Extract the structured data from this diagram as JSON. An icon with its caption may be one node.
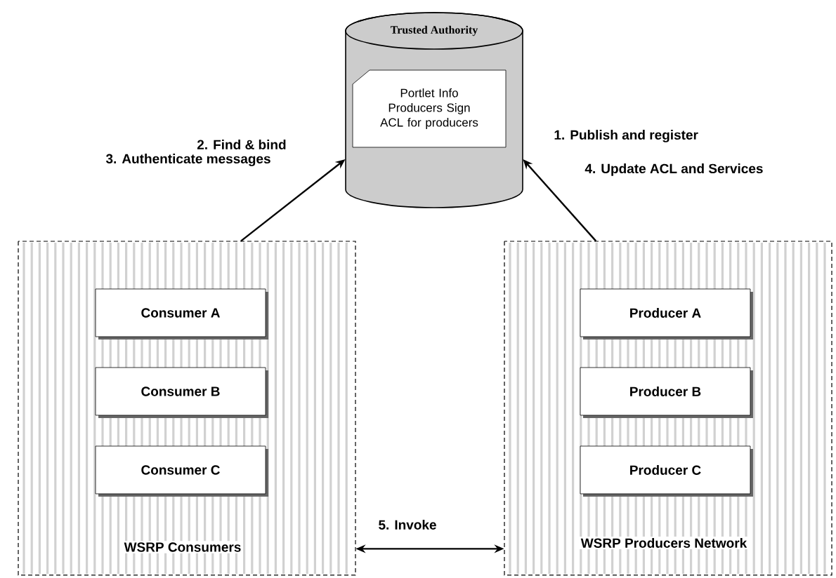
{
  "diagram": {
    "nodes": [
      {
        "text": [
          "Trusted Authority"
        ]
      },
      {
        "text": [
          "Portlet Info Producers Sign ACL for producers"
        ],
        "in": 0
      },
      {
        "text": [
          "WSRP Consumers"
        ]
      },
      {
        "text": [
          "Consumer A"
        ],
        "in": 2
      },
      {
        "text": [
          "Consumer B"
        ],
        "in": 2
      },
      {
        "text": [
          "Consumer C"
        ],
        "in": 2
      },
      {
        "text": [
          "WSRP Producers Network"
        ]
      },
      {
        "text": [
          "Producer A"
        ],
        "in": 6
      },
      {
        "text": [
          "Producer B"
        ],
        "in": 6
      },
      {
        "text": [
          "Producer C"
        ],
        "in": 6
      }
    ],
    "edges": [
      {
        "from": 2,
        "to": 0,
        "arrow": "to",
        "label": "2. Find & bind"
      },
      {
        "from": 6,
        "to": 0,
        "arrow": "to",
        "label": "1. Publish and register"
      },
      {
        "from": 2,
        "to": 6,
        "arrow": "both",
        "label": "5. Invoke"
      }
    ],
    "labels": [
      "3. Authenticate messages",
      "4. Update ACL and Services"
    ]
  }
}
